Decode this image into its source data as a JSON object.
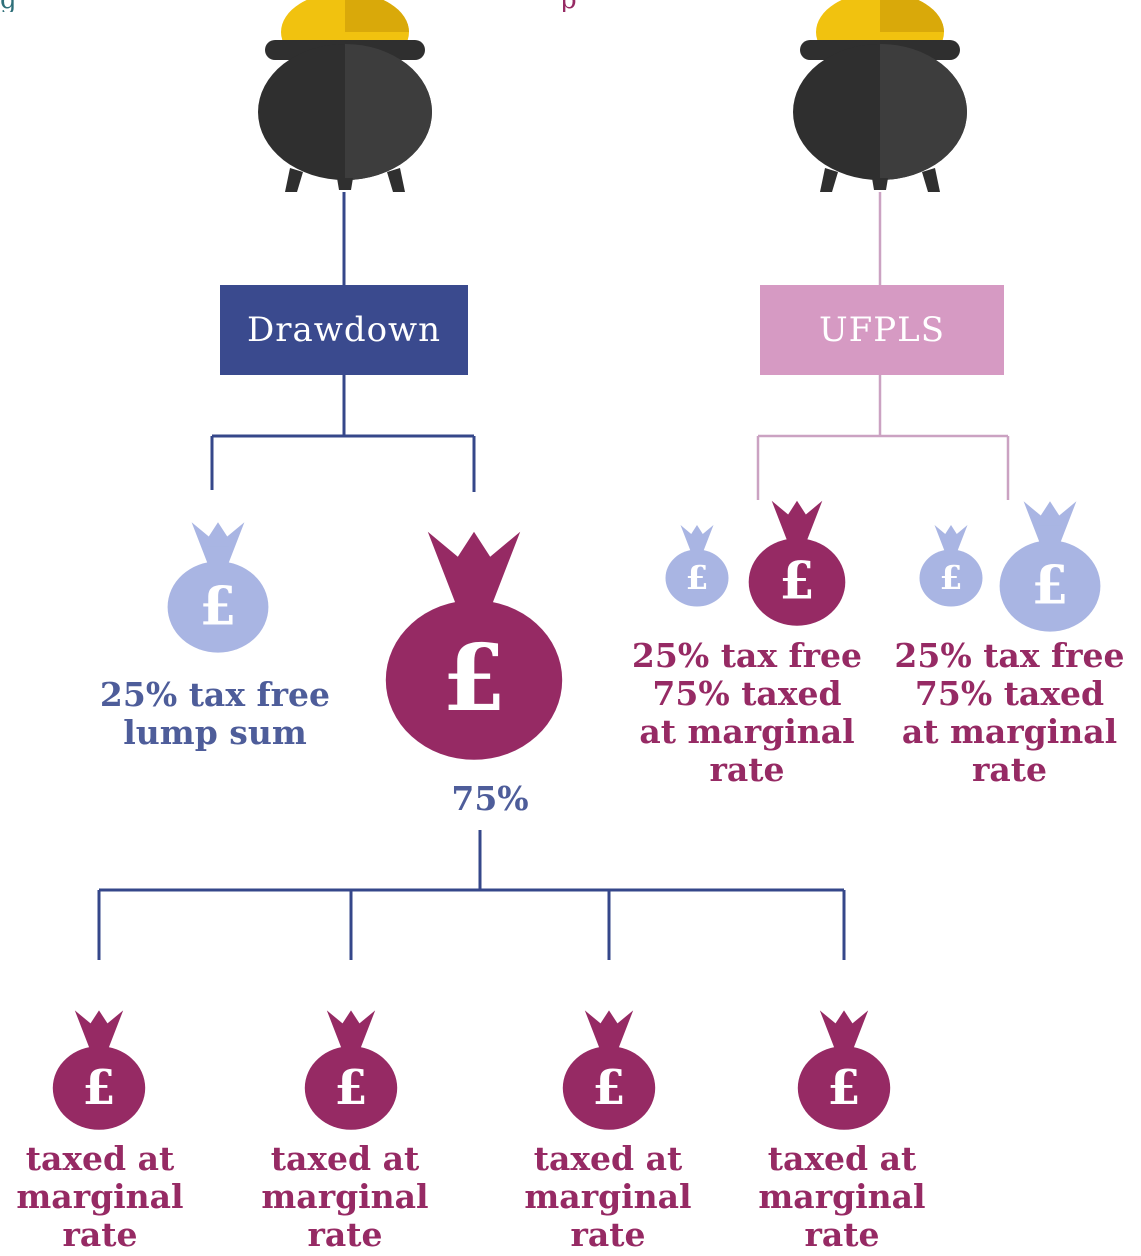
{
  "header": {
    "left_cut": "g",
    "right_cut": "p"
  },
  "colors": {
    "drawdown": "#3a4a8e",
    "ufpls": "#d69ac3",
    "maroon": "#962a64",
    "light_bag": "#a9b5e3",
    "label_blue": "#4e5d9a",
    "line_blue": "#35478a",
    "line_pink": "#cba2c2",
    "pot": "#2f2f2f",
    "gold": "#f1c20f"
  },
  "icons": {
    "pot": "pot-of-gold-icon",
    "bag": "money-bag-icon"
  },
  "drawdown": {
    "label": "Drawdown",
    "lump_sum": {
      "symbol": "£",
      "label_line1": "25% tax free",
      "label_line2": "lump sum"
    },
    "remainder": {
      "symbol": "£",
      "label": "75%"
    },
    "outcomes": [
      {
        "symbol": "£",
        "line1": "taxed at",
        "line2": "marginal",
        "line3": "rate"
      },
      {
        "symbol": "£",
        "line1": "taxed at",
        "line2": "marginal",
        "line3": "rate"
      },
      {
        "symbol": "£",
        "line1": "taxed at",
        "line2": "marginal",
        "line3": "rate"
      },
      {
        "symbol": "£",
        "line1": "taxed at",
        "line2": "marginal",
        "line3": "rate"
      }
    ]
  },
  "ufpls": {
    "label": "UFPLS",
    "groups": [
      {
        "small_symbol": "£",
        "big_symbol": "£",
        "line1": "25% tax free",
        "line2": "75% taxed",
        "line3": "at marginal",
        "line4": "rate"
      },
      {
        "small_symbol": "£",
        "big_symbol": "£",
        "line1": "25% tax free",
        "line2": "75% taxed",
        "line3": "at marginal",
        "line4": "rate"
      }
    ]
  }
}
